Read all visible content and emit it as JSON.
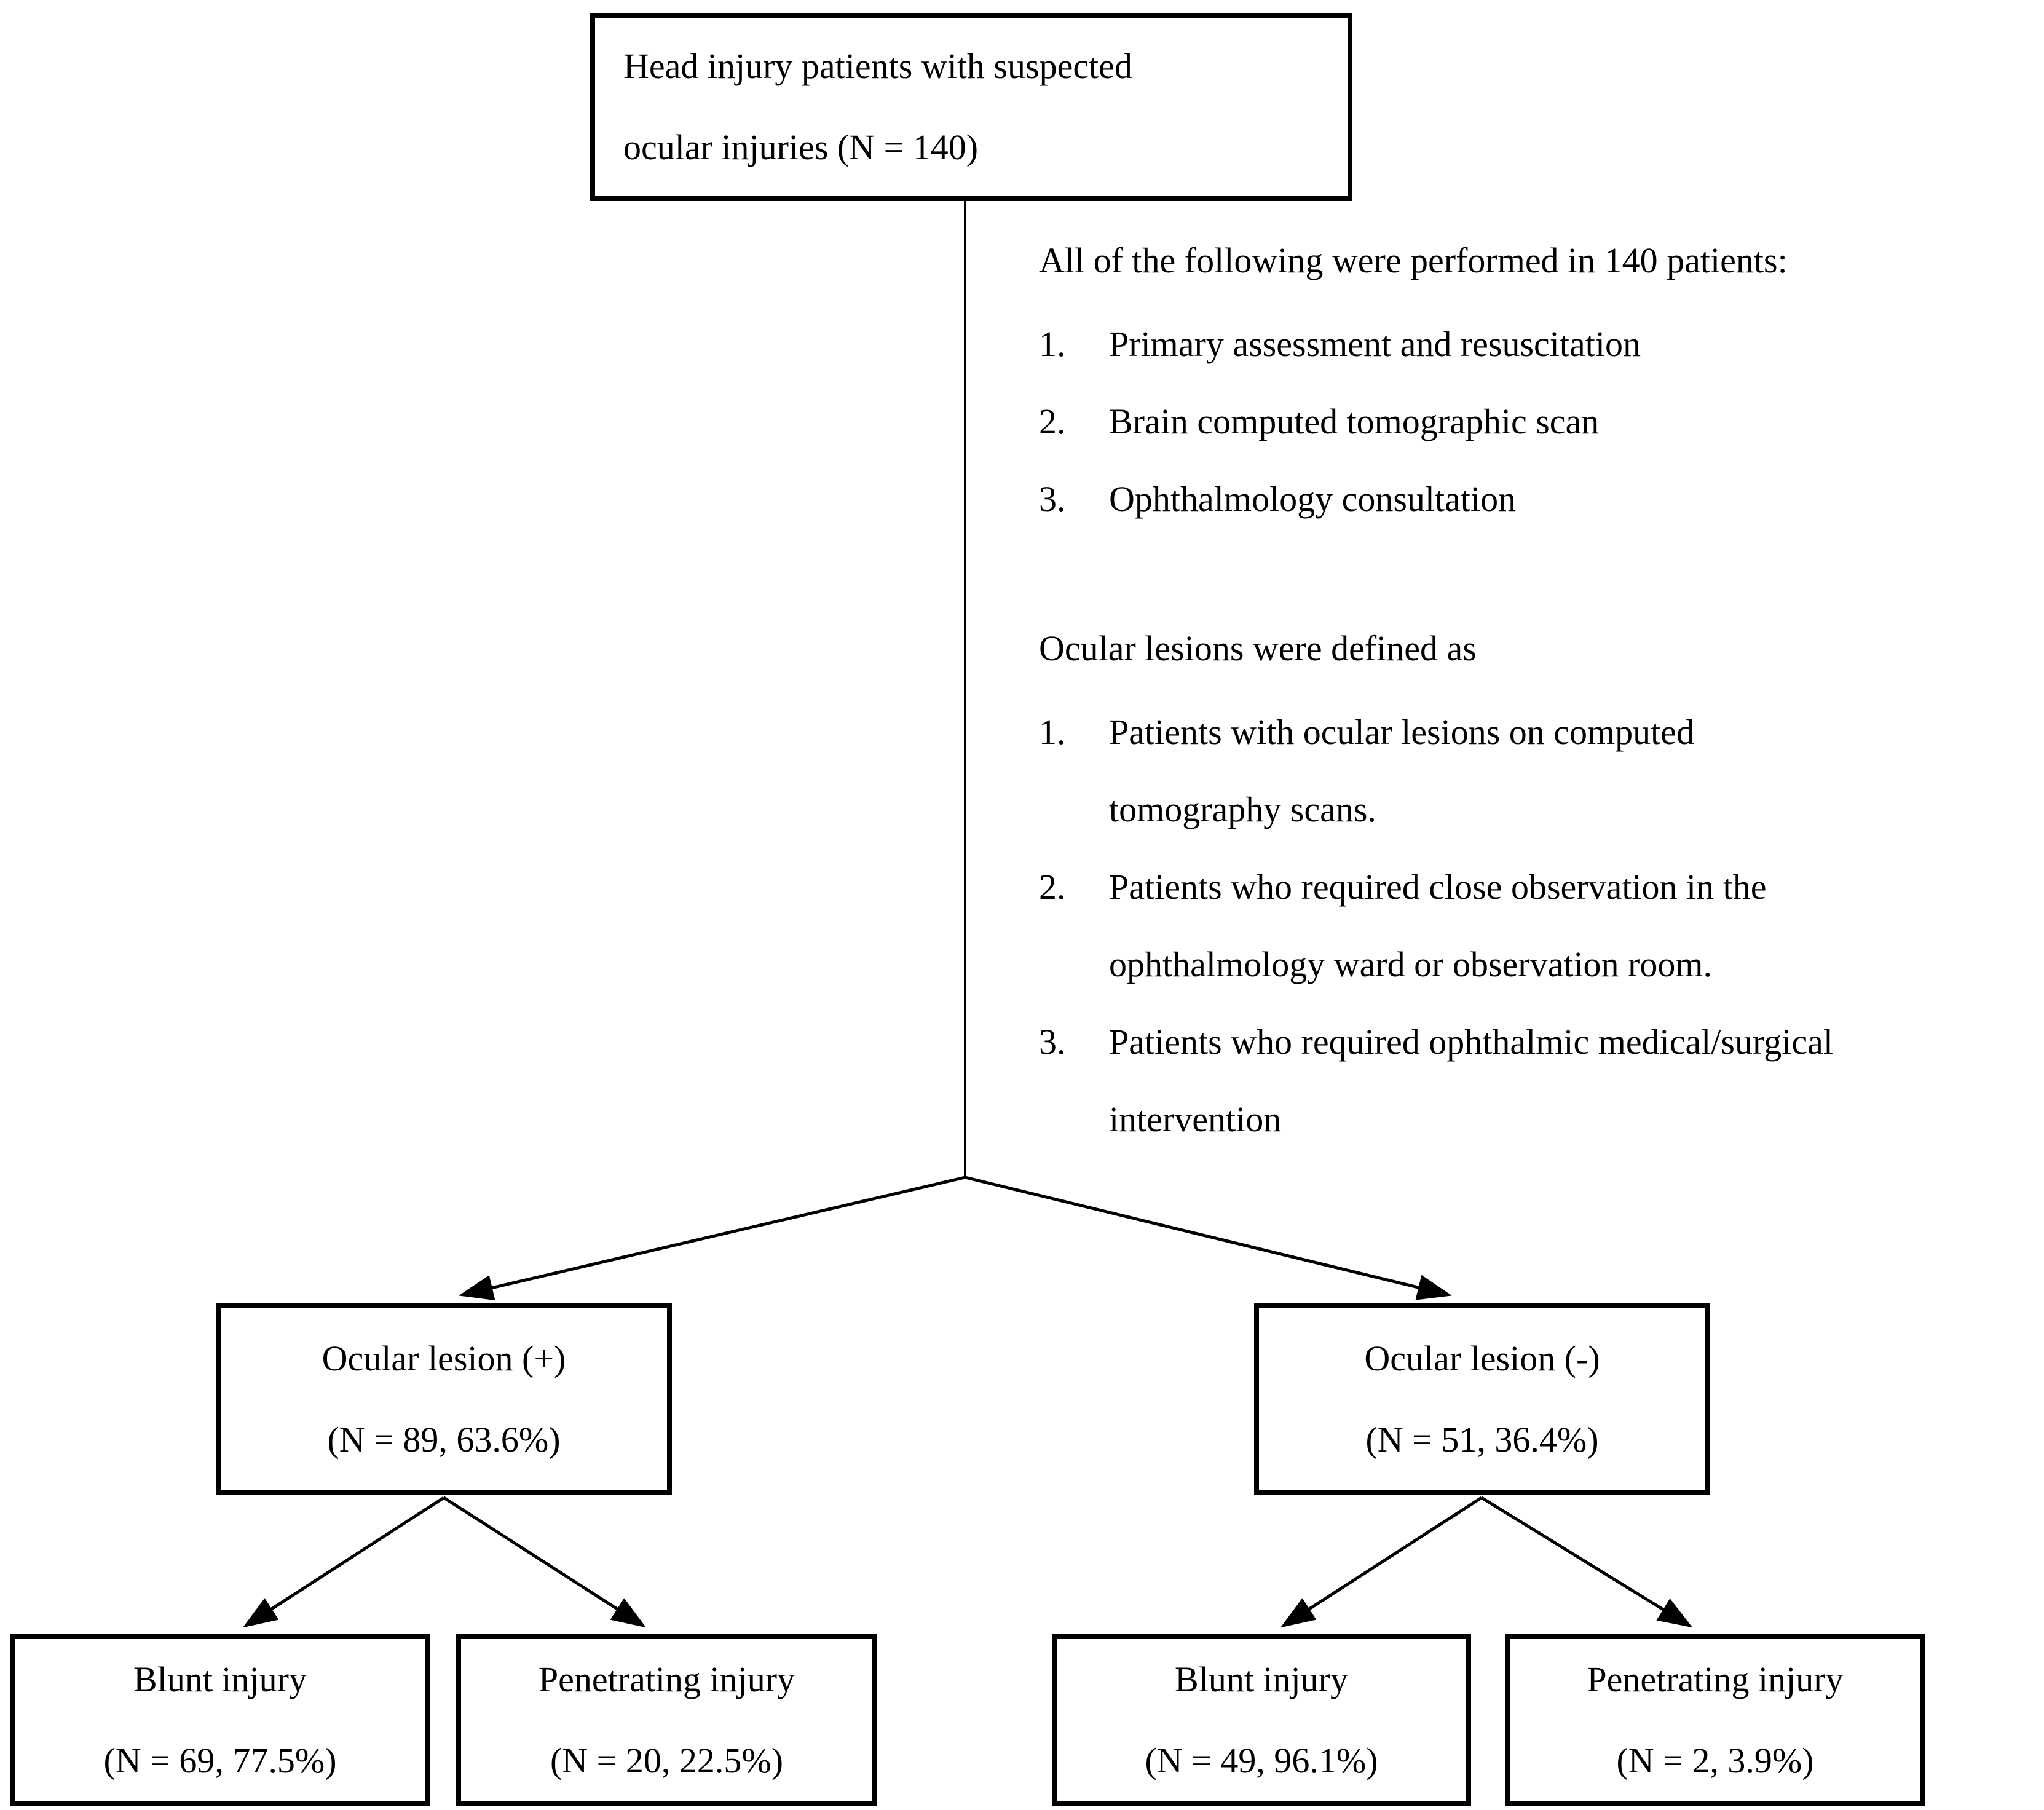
{
  "root_box": {
    "lines": [
      "Head injury patients with suspected",
      "ocular injuries (N = 140)"
    ]
  },
  "procedures_note": {
    "intro": "All of the following were performed in 140 patients:",
    "items": [
      {
        "marker": "1.",
        "lines": [
          "Primary assessment and resuscitation"
        ]
      },
      {
        "marker": "2.",
        "lines": [
          "Brain computed tomographic scan"
        ]
      },
      {
        "marker": "3.",
        "lines": [
          "Ophthalmology consultation"
        ]
      }
    ]
  },
  "definitions_note": {
    "intro": "Ocular lesions were defined as",
    "items": [
      {
        "marker": "1.",
        "lines": [
          "Patients with ocular lesions on computed",
          "tomography scans."
        ]
      },
      {
        "marker": "2.",
        "lines": [
          "Patients who required close observation in the",
          "ophthalmology ward or observation room."
        ]
      },
      {
        "marker": "3.",
        "lines": [
          "Patients who required ophthalmic medical/surgical",
          "intervention"
        ]
      }
    ]
  },
  "positive_box": {
    "lines": [
      "Ocular lesion (+)",
      "(N = 89, 63.6%)"
    ]
  },
  "negative_box": {
    "lines": [
      "Ocular lesion (-)",
      "(N = 51, 36.4%)"
    ]
  },
  "positive_blunt_box": {
    "lines": [
      "Blunt injury",
      "(N = 69, 77.5%)"
    ]
  },
  "positive_penetrating_box": {
    "lines": [
      "Penetrating injury",
      "(N = 20, 22.5%)"
    ]
  },
  "negative_blunt_box": {
    "lines": [
      "Blunt injury",
      "(N = 49, 96.1%)"
    ]
  },
  "negative_penetrating_box": {
    "lines": [
      "Penetrating injury",
      "(N = 2, 3.9%)"
    ]
  },
  "colors": {
    "line": "#000000",
    "text": "#000000",
    "background": "#ffffff"
  }
}
